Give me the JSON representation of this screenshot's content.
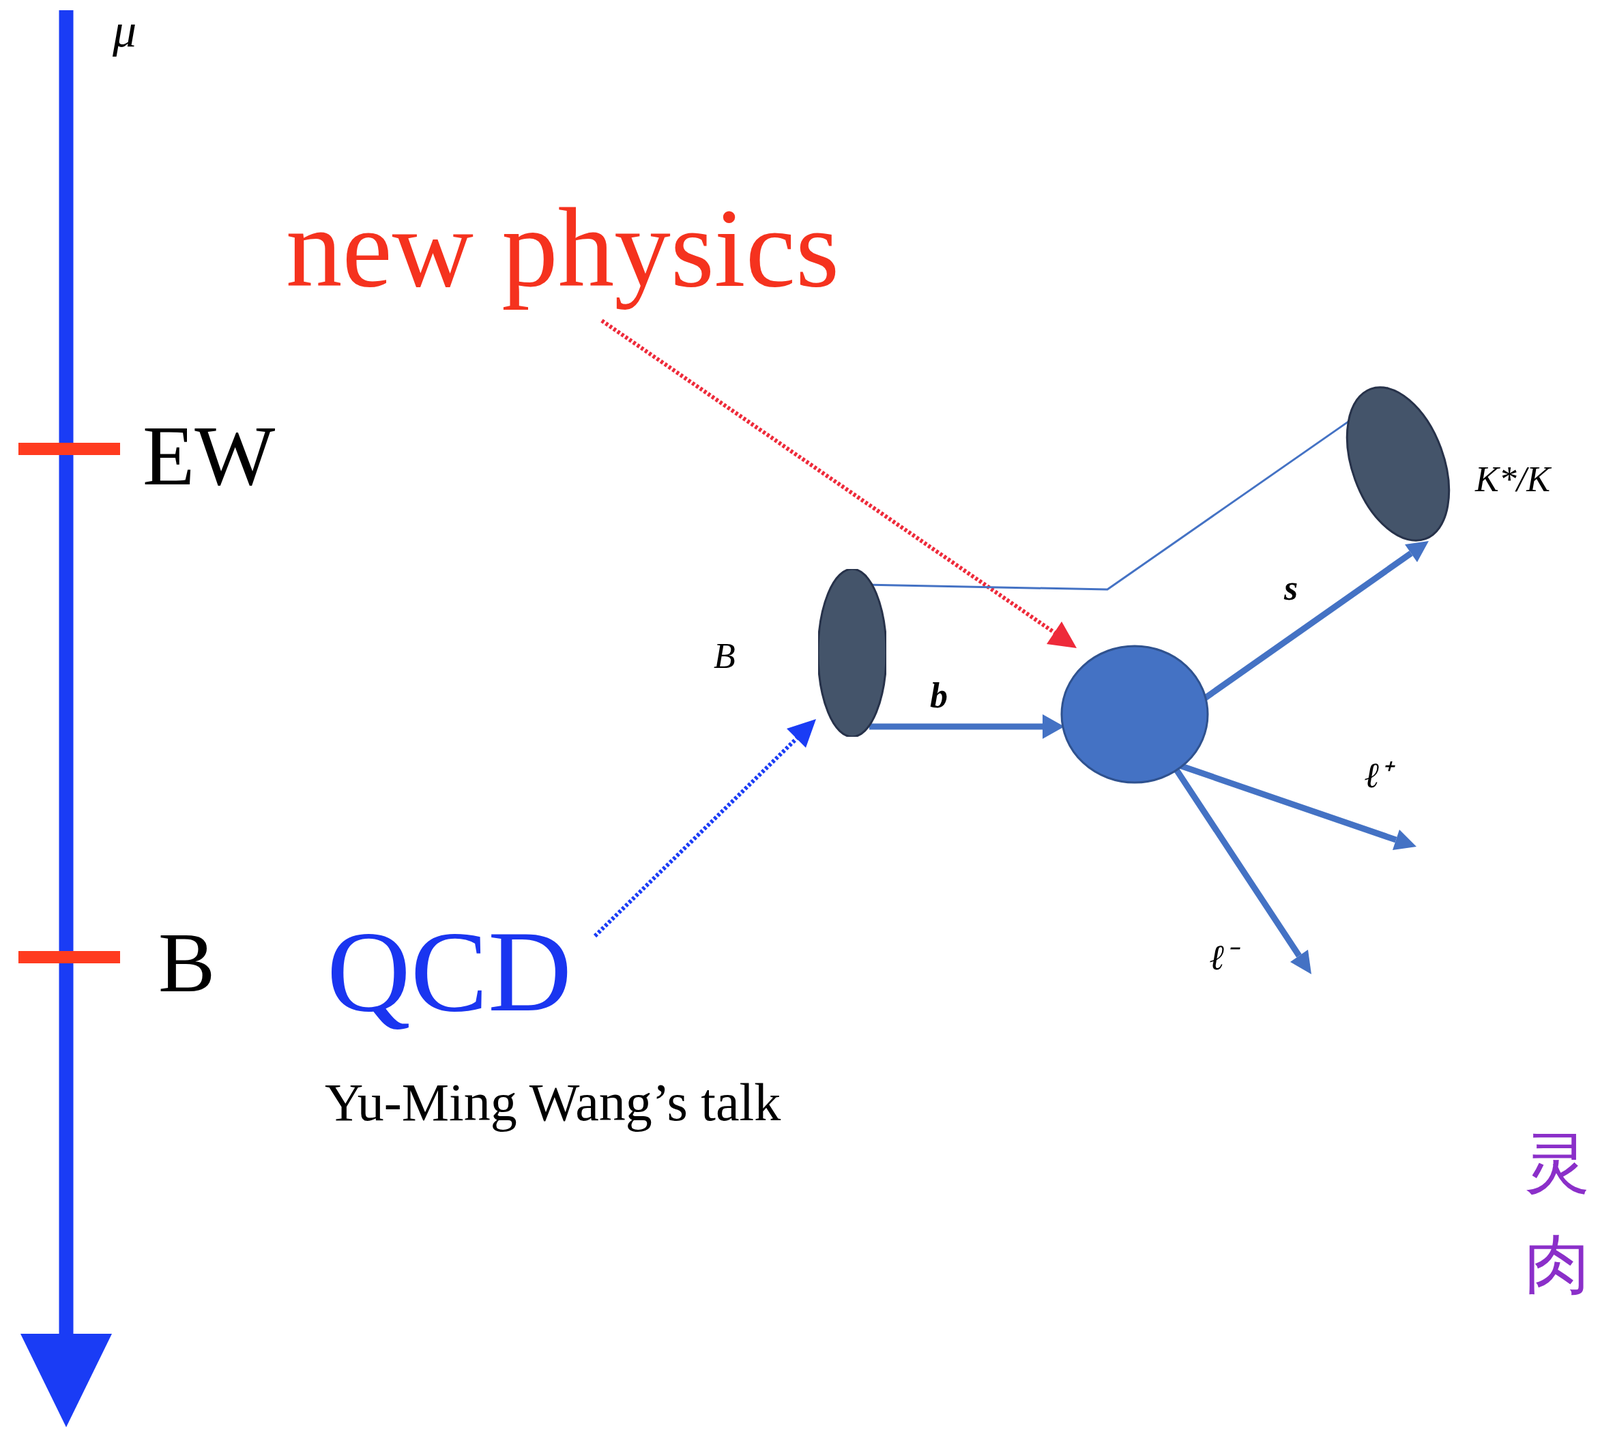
{
  "diagram": {
    "nodes": [
      {
        "text": [
          "B"
        ]
      },
      {
        "text": [
          "K*/K"
        ]
      }
    ],
    "edges": [
      {
        "from": 0,
        "to": 1,
        "arrow": "none"
      }
    ],
    "labels": [
      "μ",
      "EW",
      "B",
      "new physics",
      "QCD",
      "Yu-Ming Wang’s talk",
      "b",
      "s",
      "ℓ⁺",
      "ℓ⁻",
      "灵",
      "肉"
    ]
  }
}
